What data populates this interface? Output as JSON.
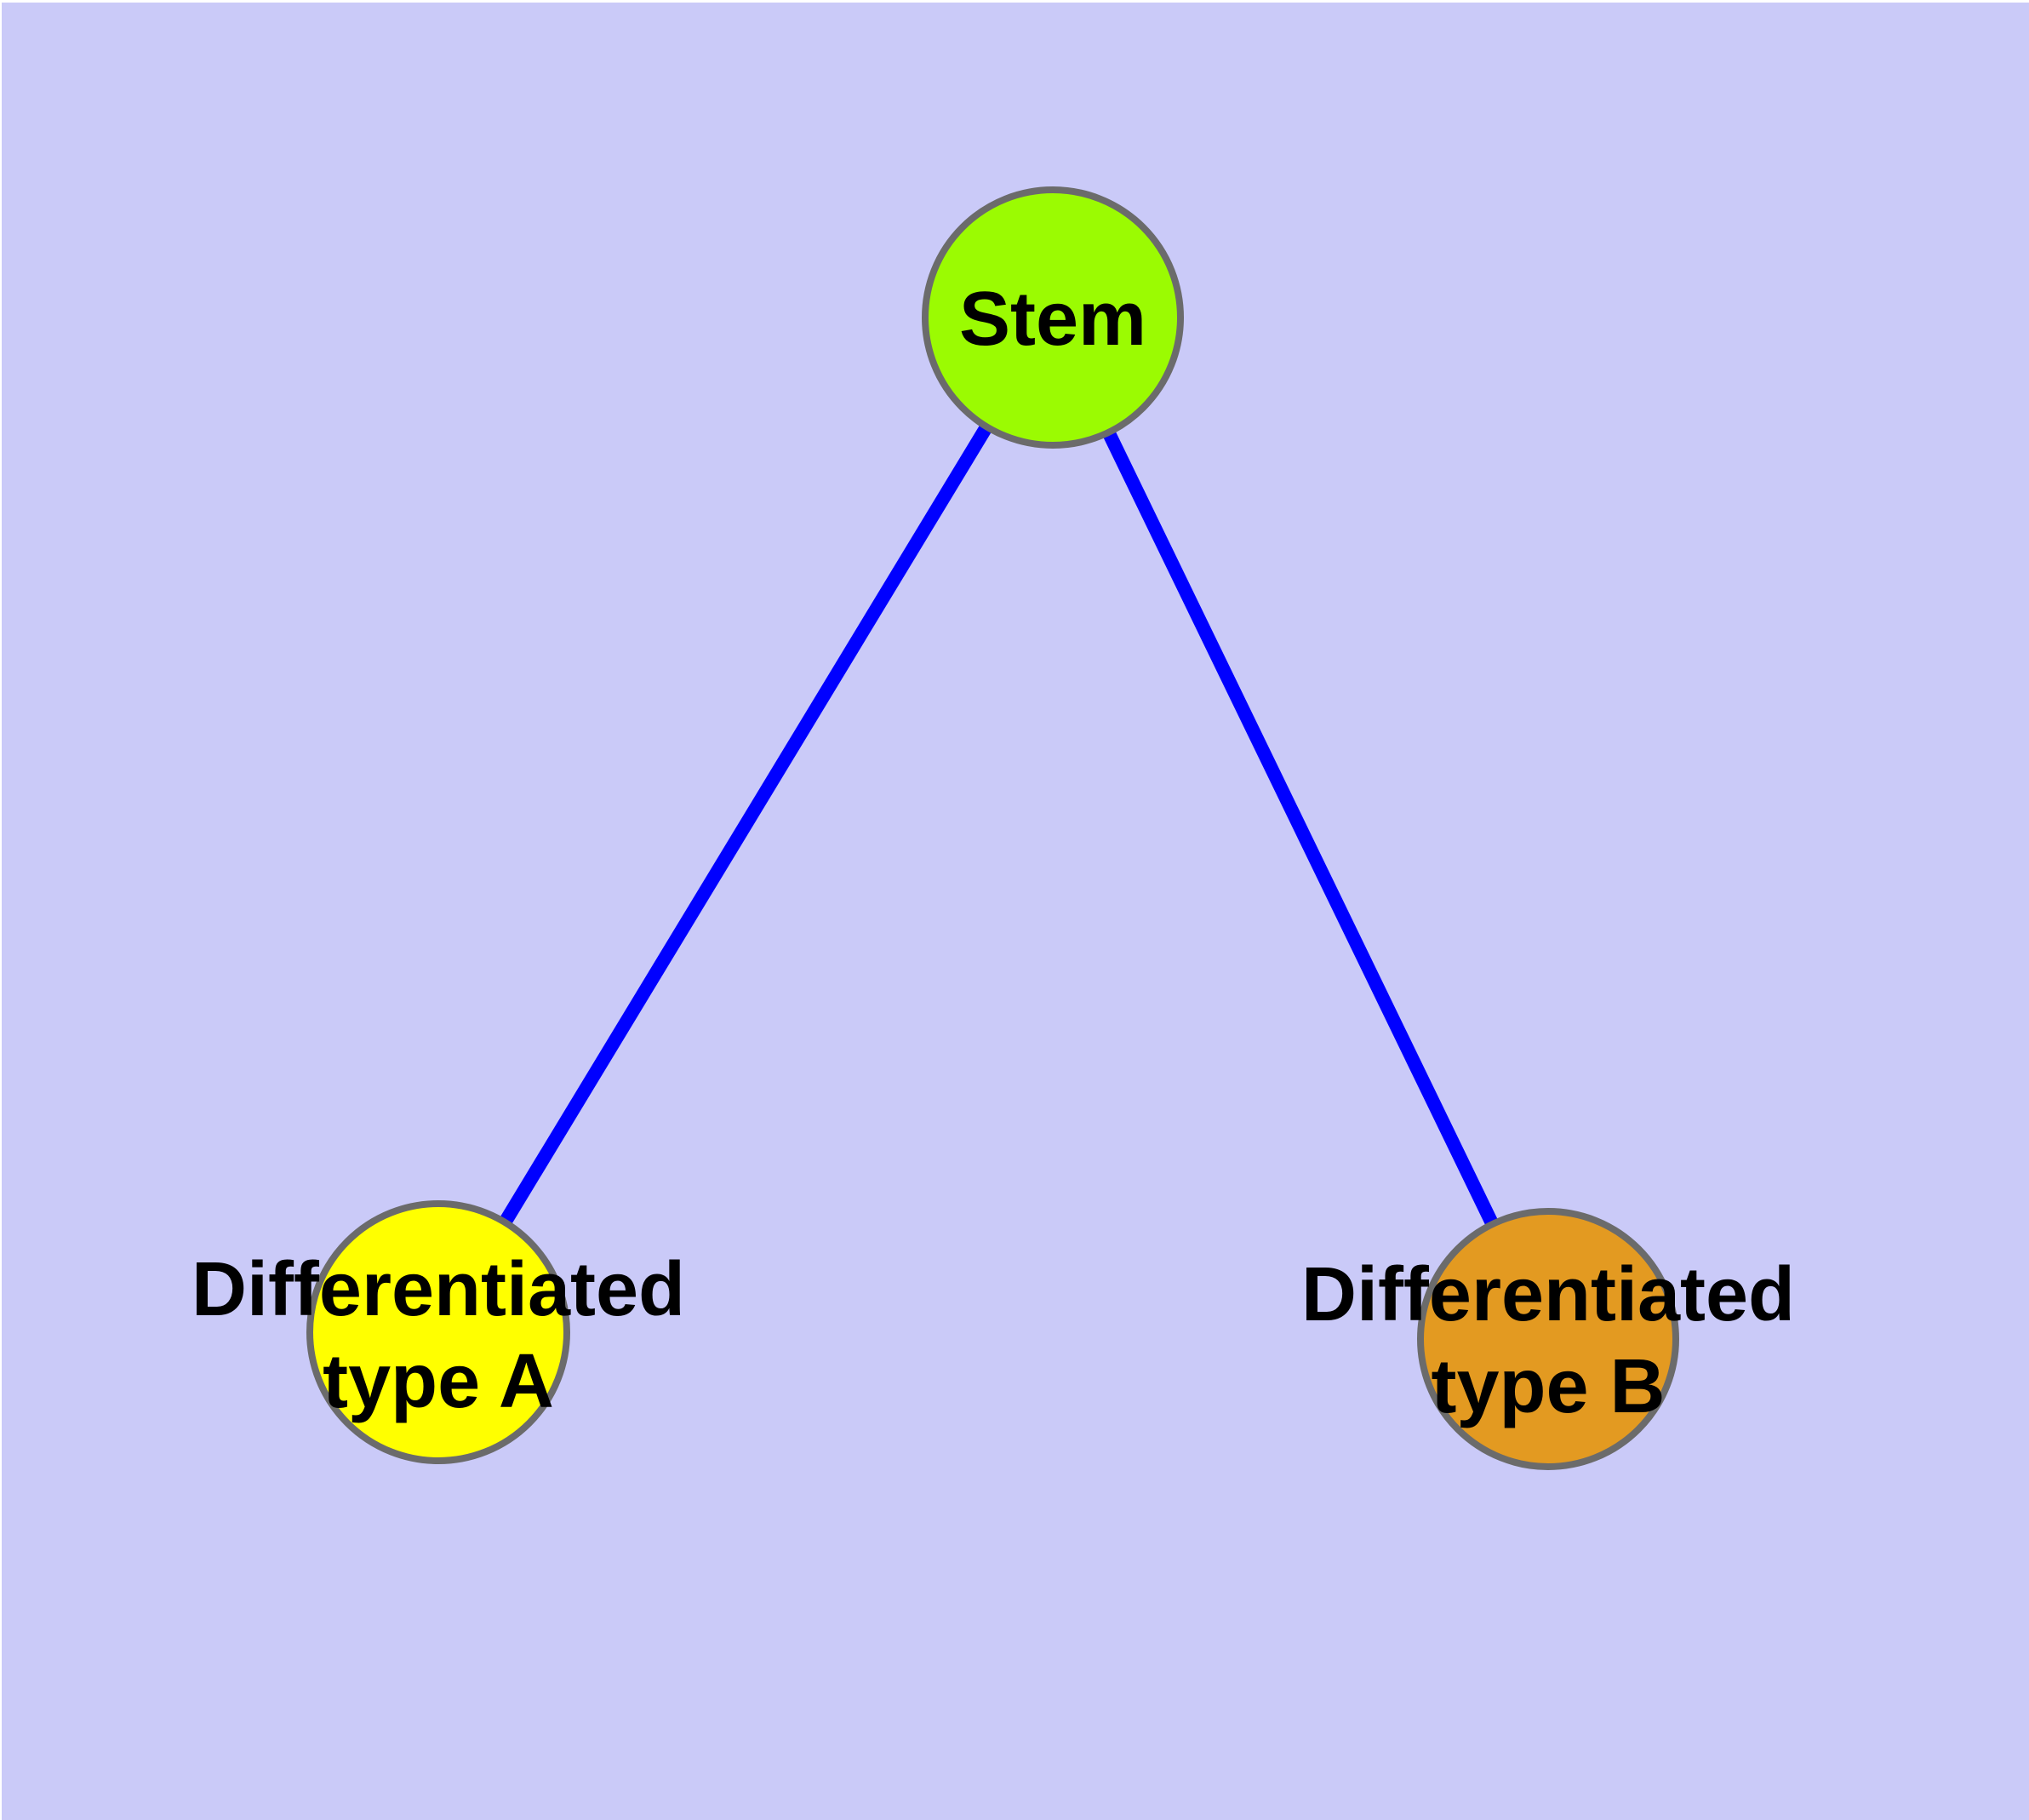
{
  "diagram": {
    "type": "graph",
    "colors": {
      "page_margin": "#FFFFFF",
      "background": "#CACAF8",
      "edge": "#0000FF",
      "node_border": "#6B6B6B",
      "label_text": "#000000"
    },
    "nodes": [
      {
        "id": "stem",
        "label": "Stem",
        "fill": "#9BFB02"
      },
      {
        "id": "differentiated-type-a",
        "label_line1": "Differentiated",
        "label_line2": "type A",
        "fill": "#FFFF00"
      },
      {
        "id": "differentiated-type-b",
        "label_line1": "Differentiated",
        "label_line2": "type B",
        "fill": "#E39A21"
      }
    ],
    "edges": [
      {
        "from": "Stem",
        "to": "Differentiated type A"
      },
      {
        "from": "Stem",
        "to": "Differentiated type B"
      }
    ]
  }
}
